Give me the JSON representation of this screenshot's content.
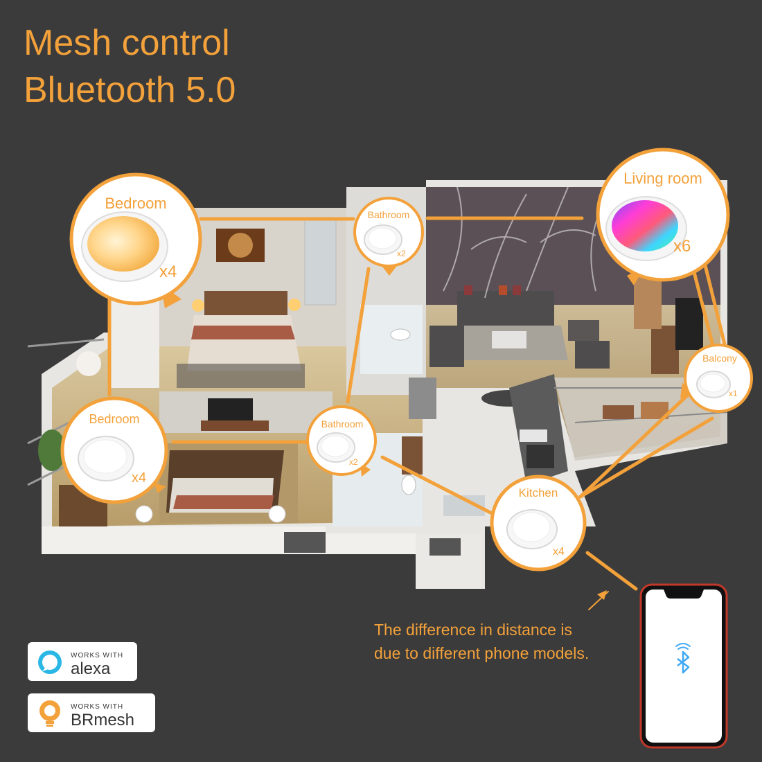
{
  "title": {
    "line1": "Mesh control",
    "line2": "Bluetooth 5.0"
  },
  "rooms": [
    {
      "label": "Bedroom",
      "count": "x4"
    },
    {
      "label": "Bathroom",
      "count": "x2"
    },
    {
      "label": "Living room",
      "count": "x6"
    },
    {
      "label": "Balcony",
      "count": "x1"
    },
    {
      "label": "Bedroom",
      "count": "x4"
    },
    {
      "label": "Bathroom",
      "count": "x2"
    },
    {
      "label": "Kitchen",
      "count": "x4"
    }
  ],
  "note": {
    "line1": "The difference in distance is",
    "line2": "due to different phone models."
  },
  "badges": {
    "alexa": {
      "small": "WORKS WITH",
      "big": "alexa"
    },
    "brmesh": {
      "small": "WORKS WITH",
      "big": "BRmesh"
    }
  },
  "colors": {
    "accent": "#f3a13a",
    "background": "#3b3b3b",
    "phone_border": "#c0392b",
    "bluetooth": "#3fa9f5"
  },
  "icons": [
    "downlight-icon",
    "bluetooth-icon",
    "wifi-signal-icon",
    "alexa-logo-icon",
    "brmesh-logo-icon"
  ]
}
